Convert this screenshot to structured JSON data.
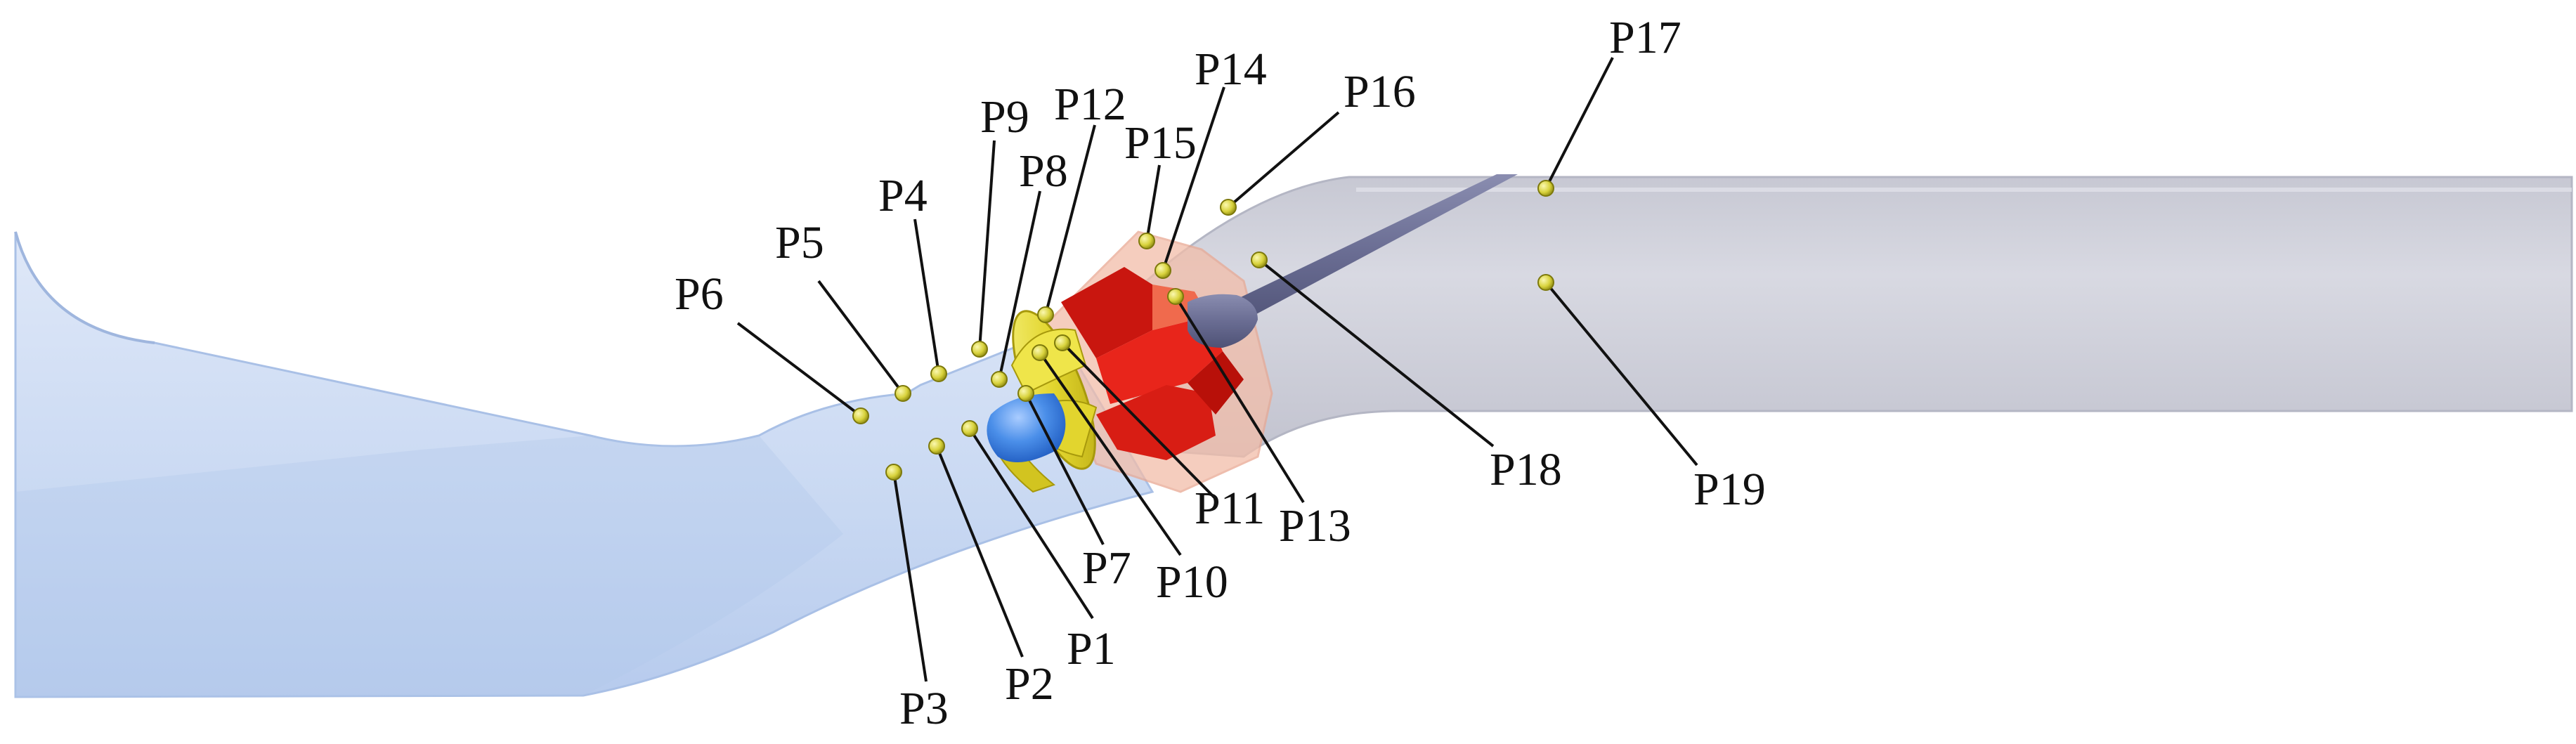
{
  "diagram": {
    "colors": {
      "inlet": "#c9d9f2",
      "inlet_edge": "#aec4e8",
      "outlet": "#cfd0da",
      "outlet_edge": "#b9bbc8",
      "shaft": "#6e7196",
      "impeller": "#e8df3a",
      "guide_vane_case": "#f2c2b2",
      "guide_vane": "#e8251b",
      "hub": "#3f86e8",
      "monitor_point": "#d8d23c",
      "leader_line": "#111111"
    },
    "monitoring_points": [
      {
        "id": "p1",
        "label": "P1"
      },
      {
        "id": "p2",
        "label": "P2"
      },
      {
        "id": "p3",
        "label": "P3"
      },
      {
        "id": "p4",
        "label": "P4"
      },
      {
        "id": "p5",
        "label": "P5"
      },
      {
        "id": "p6",
        "label": "P6"
      },
      {
        "id": "p7",
        "label": "P7"
      },
      {
        "id": "p8",
        "label": "P8"
      },
      {
        "id": "p9",
        "label": "P9"
      },
      {
        "id": "p10",
        "label": "P10"
      },
      {
        "id": "p11",
        "label": "P11"
      },
      {
        "id": "p12",
        "label": "P12"
      },
      {
        "id": "p13",
        "label": "P13"
      },
      {
        "id": "p14",
        "label": "P14"
      },
      {
        "id": "p15",
        "label": "P15"
      },
      {
        "id": "p16",
        "label": "P16"
      },
      {
        "id": "p17",
        "label": "P17"
      },
      {
        "id": "p18",
        "label": "P18"
      },
      {
        "id": "p19",
        "label": "P19"
      }
    ]
  }
}
